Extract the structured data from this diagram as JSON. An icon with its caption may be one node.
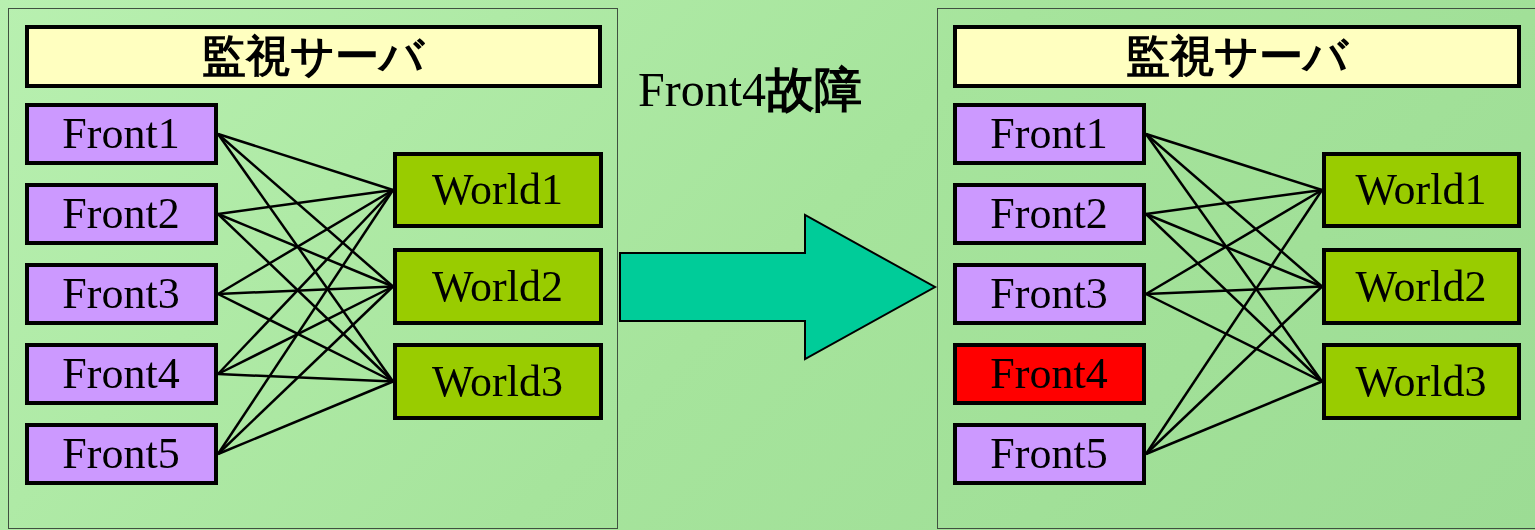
{
  "diagram": {
    "nodes": [
      {
        "text": [],
        "shape": "box"
      },
      {
        "text": [
          "監視サーバ"
        ],
        "in": 0
      },
      {
        "text": [
          "Front1"
        ],
        "in": 0
      },
      {
        "text": [
          "Front2"
        ],
        "in": 0
      },
      {
        "text": [
          "Front3"
        ],
        "in": 0
      },
      {
        "text": [
          "Front4"
        ],
        "in": 0
      },
      {
        "text": [
          "Front5"
        ],
        "in": 0
      },
      {
        "text": [
          "World1"
        ],
        "in": 0
      },
      {
        "text": [
          "World2"
        ],
        "in": 0
      },
      {
        "text": [
          "World3"
        ],
        "in": 0
      },
      {
        "text": [],
        "shape": "box"
      },
      {
        "text": [
          "監視サーバ"
        ],
        "in": 10
      },
      {
        "text": [
          "Front1"
        ],
        "in": 10
      },
      {
        "text": [
          "Front2"
        ],
        "in": 10
      },
      {
        "text": [
          "Front3"
        ],
        "in": 10
      },
      {
        "text": [
          "Front4"
        ],
        "in": 10
      },
      {
        "text": [
          "Front5"
        ],
        "in": 10
      },
      {
        "text": [
          "World1"
        ],
        "in": 10
      },
      {
        "text": [
          "World2"
        ],
        "in": 10
      },
      {
        "text": [
          "World3"
        ],
        "in": 10
      }
    ],
    "edges": [
      {
        "from": 2,
        "to": 7,
        "arrow": "none"
      },
      {
        "from": 2,
        "to": 8,
        "arrow": "none"
      },
      {
        "from": 2,
        "to": 9,
        "arrow": "none"
      },
      {
        "from": 3,
        "to": 7,
        "arrow": "none"
      },
      {
        "from": 3,
        "to": 8,
        "arrow": "none"
      },
      {
        "from": 3,
        "to": 9,
        "arrow": "none"
      },
      {
        "from": 4,
        "to": 7,
        "arrow": "none"
      },
      {
        "from": 4,
        "to": 8,
        "arrow": "none"
      },
      {
        "from": 4,
        "to": 9,
        "arrow": "none"
      },
      {
        "from": 5,
        "to": 7,
        "arrow": "none"
      },
      {
        "from": 5,
        "to": 8,
        "arrow": "none"
      },
      {
        "from": 5,
        "to": 9,
        "arrow": "none"
      },
      {
        "from": 6,
        "to": 7,
        "arrow": "none"
      },
      {
        "from": 6,
        "to": 8,
        "arrow": "none"
      },
      {
        "from": 6,
        "to": 9,
        "arrow": "none"
      },
      {
        "from": 12,
        "to": 17,
        "arrow": "none"
      },
      {
        "from": 12,
        "to": 18,
        "arrow": "none"
      },
      {
        "from": 12,
        "to": 19,
        "arrow": "none"
      },
      {
        "from": 13,
        "to": 17,
        "arrow": "none"
      },
      {
        "from": 13,
        "to": 18,
        "arrow": "none"
      },
      {
        "from": 13,
        "to": 19,
        "arrow": "none"
      },
      {
        "from": 14,
        "to": 17,
        "arrow": "none"
      },
      {
        "from": 14,
        "to": 18,
        "arrow": "none"
      },
      {
        "from": 14,
        "to": 19,
        "arrow": "none"
      },
      {
        "from": 16,
        "to": 17,
        "arrow": "none"
      },
      {
        "from": 16,
        "to": 18,
        "arrow": "none"
      },
      {
        "from": 16,
        "to": 19,
        "arrow": "none"
      },
      {
        "from": 0,
        "to": 10,
        "arrow": "to",
        "label": "Front4**故障**",
        "style": "thick",
        "color": "#00cc99"
      }
    ]
  }
}
